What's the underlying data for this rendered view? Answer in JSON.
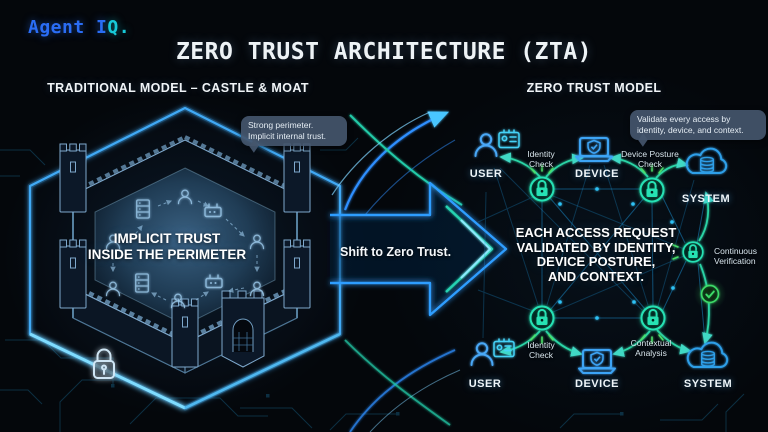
{
  "brand": {
    "part1": "Agent I",
    "part2": "Q."
  },
  "header": {
    "title": "ZERO TRUST ARCHITECTURE (ZTA)"
  },
  "left_panel": {
    "heading": "TRADITIONAL MODEL – CASTLE & MOAT",
    "tooltip": {
      "line1": "Strong perimeter.",
      "line2": "Implicit internal trust."
    },
    "center": {
      "line1": "IMPLICIT TRUST",
      "line2": "INSIDE THE PERIMETER"
    }
  },
  "transition": {
    "label": "Shift to Zero Trust."
  },
  "right_panel": {
    "heading": "ZERO TRUST MODEL",
    "tooltip": {
      "line1": "Validate every access by",
      "line2": "identity, device, and context."
    },
    "center": {
      "line1": "EACH ACCESS REQUEST",
      "line2": "VALIDATED BY IDENTITY,",
      "line3": "DEVICE POSTURE,",
      "line4": "AND CONTEXT."
    },
    "nodes": {
      "user_top": "USER",
      "device_top": "DEVICE",
      "system_top": "SYSTEM",
      "user_bottom": "USER",
      "device_bottom": "DEVICE",
      "system_bottom": "SYSTEM"
    },
    "checks": {
      "identity_top": {
        "line1": "Identity",
        "line2": "Check"
      },
      "device_posture": {
        "line1": "Device Posture",
        "line2": "Check"
      },
      "continuous": {
        "line1": "Continuous",
        "line2": "Verification"
      },
      "identity_bottom": {
        "line1": "Identity",
        "line2": "Check"
      },
      "contextual": {
        "line1": "Contextual",
        "line2": "Analysis"
      }
    }
  },
  "colors": {
    "accent_blue": "#2f8fff",
    "accent_cyan": "#35d0ff",
    "accent_teal": "#23d9ac",
    "accent_green": "#3ddb67",
    "lock_teal": "#23e0b0"
  }
}
